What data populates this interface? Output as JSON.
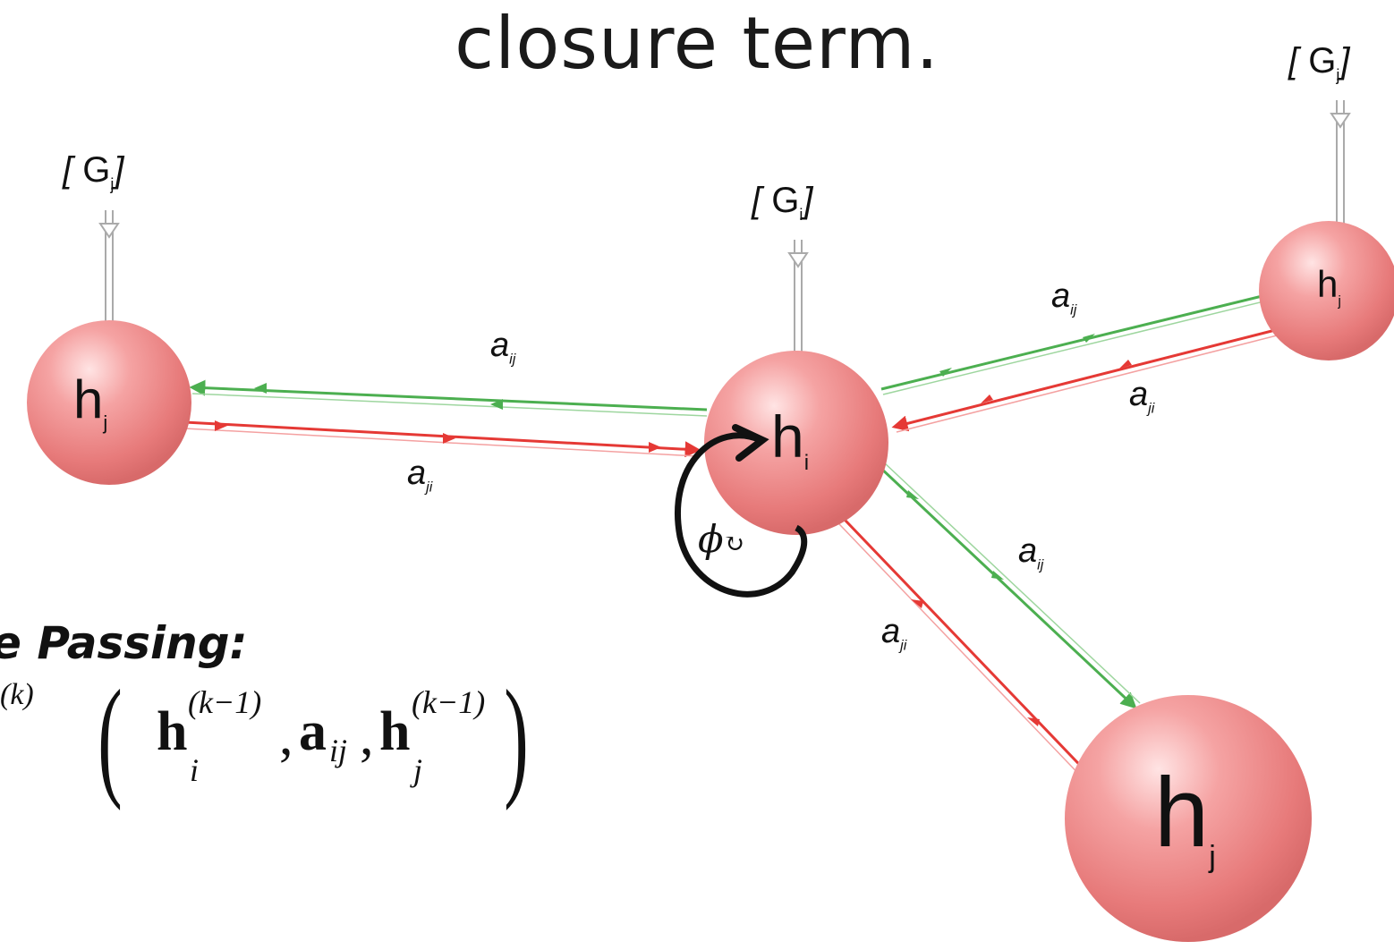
{
  "title": "closure term.",
  "section_heading": "e Passing:",
  "formula": {
    "sup_k": "(k)",
    "h": "h",
    "sub_i": "i",
    "sub_j": "j",
    "sup_km1": "(k−1)",
    "a": "a",
    "sub_ij": "ij",
    "comma": ","
  },
  "bottom_text": "",
  "nodes": {
    "left": {
      "label": "h",
      "sub": "j",
      "input": {
        "g": "G",
        "sub": "j"
      }
    },
    "center": {
      "label": "h",
      "sub": "i",
      "input": {
        "g": "G",
        "sub": "i"
      }
    },
    "top_right": {
      "label": "h",
      "sub": "j",
      "input": {
        "g": "G",
        "sub": "j"
      }
    },
    "bottom_right": {
      "label": "h",
      "sub": "j"
    }
  },
  "edges": {
    "a": "a",
    "ij": "ij",
    "ji": "ji"
  },
  "self_loop": {
    "phi": "ϕ",
    "cycle": "↻"
  },
  "colors": {
    "node": "#f08a8a",
    "green_edge": "#4caf50",
    "red_edge": "#e53935",
    "loop": "#111111"
  }
}
